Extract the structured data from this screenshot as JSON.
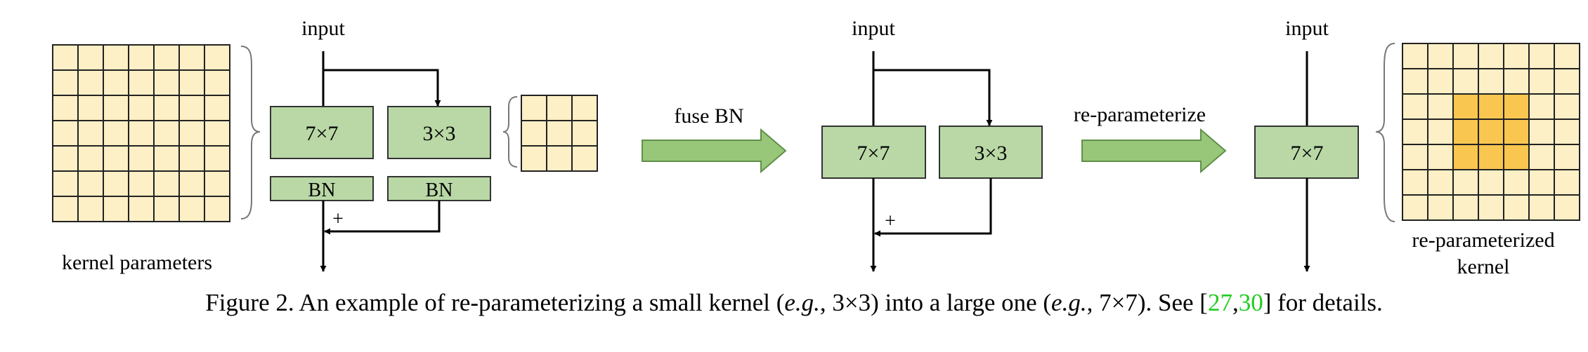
{
  "diagram": {
    "left_panel": {
      "input_label": "input",
      "branch_large_label": "7×7",
      "branch_small_label": "3×3",
      "bn_large_label": "BN",
      "bn_small_label": "BN",
      "sum_label": "+",
      "large_kernel_caption": "kernel parameters"
    },
    "step1": {
      "label": "fuse BN"
    },
    "middle_panel": {
      "input_label": "input",
      "branch_large_label": "7×7",
      "branch_small_label": "3×3",
      "sum_label": "+"
    },
    "step2": {
      "label": "re-parameterize"
    },
    "right_panel": {
      "input_label": "input",
      "kernel_label": "7×7",
      "result_caption_line1": "re-parameterized",
      "result_caption_line2": "kernel"
    },
    "colors": {
      "kernel_cell": "#fdefc6",
      "kernel_cell_highlight": "#f9c74f",
      "conv_box": "#b9d8a6",
      "transform_arrow": "#98c77a",
      "citation": "#22cc22"
    }
  },
  "caption": {
    "part1": "Figure 2. An example of re-parameterizing a small kernel (",
    "eg1": "e.g.",
    "part2": ", 3×3) into a large one (",
    "eg2": "e.g.",
    "part3": ", 7×7). See [",
    "cite1": "27",
    "sep": ",",
    "cite2": "30",
    "part4": "] for details."
  }
}
